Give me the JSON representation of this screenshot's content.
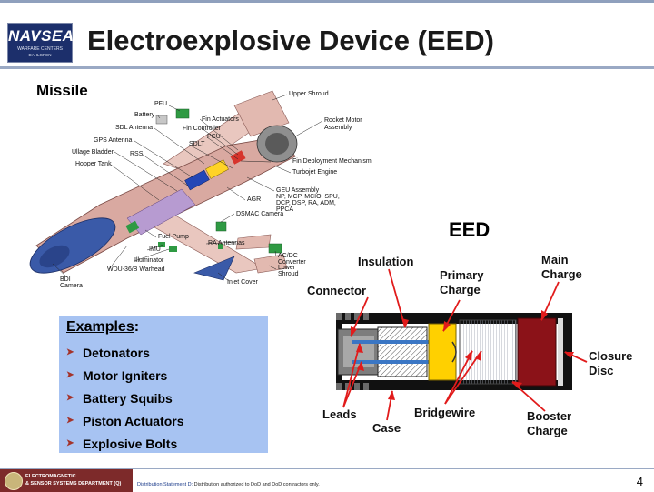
{
  "header": {
    "title": "Electroexplosive Device (EED)",
    "logo_word": "NAVSEA",
    "logo_sub1": "WARFARE CENTERS",
    "logo_sub2": "DAHLGREN"
  },
  "missile": {
    "title": "Missile",
    "labels": {
      "upper_shroud": "Upper Shroud",
      "pfu": "PFU",
      "battery": "Battery",
      "fin_actuators": "Fin Actuators",
      "sdl_antenna": "SDL Antenna",
      "fin_controller": "Fin Controller",
      "rocket_motor_1": "Rocket Motor",
      "rocket_motor_2": "Assembly",
      "gps_antenna": "GPS Antenna",
      "pcu": "PCU",
      "ullage_bladder": "Ullage Bladder",
      "sdlt": "SDLT",
      "rss": "RSS",
      "hopper_tank": "Hopper Tank",
      "fin_deployment": "Fin Deployment Mechanism",
      "turbojet": "Turbojet Engine",
      "geu_1": "GEU Assembly",
      "geu_2": "NP, MCP, MCIO, SPU,",
      "geu_3": "DCP, DSP, RA, ADM,",
      "geu_4": "PPCA",
      "agr": "AGR",
      "dsmac": "DSMAC Camera",
      "fuel_pump": "Fuel Pump",
      "ra_antennas": "RA Antennas",
      "imu": "IMU",
      "illuminator": "Illuminator",
      "acdc_1": "AC/DC",
      "acdc_2": "Converter",
      "warhead": "WDU-36/B Warhead",
      "lower_shroud_1": "Lower",
      "lower_shroud_2": "Shroud",
      "bdi_1": "BDI",
      "bdi_2": "Camera",
      "inlet_cover": "Inlet Cover"
    }
  },
  "eed": {
    "title": "EED",
    "labels": {
      "insulation": "Insulation",
      "main_charge_1": "Main",
      "main_charge_2": "Charge",
      "primary_charge_1": "Primary",
      "primary_charge_2": "Charge",
      "connector": "Connector",
      "closure_disc_1": "Closure",
      "closure_disc_2": "Disc",
      "leads": "Leads",
      "bridgewire": "Bridgewire",
      "booster_charge_1": "Booster",
      "booster_charge_2": "Charge",
      "case": "Case"
    }
  },
  "examples": {
    "heading": "Examples",
    "colon": ":",
    "items": [
      "Detonators",
      "Motor Igniters",
      "Battery Squibs",
      "Piston Actuators",
      "Explosive Bolts"
    ]
  },
  "footer": {
    "dept_line1": "ELECTROMAGNETIC",
    "dept_line2": "& SENSOR SYSTEMS DEPARTMENT (Q)",
    "dist_label": "Distribution Statement D:",
    "dist_text": " Distribution authorized to DoD and DoD contractors only.",
    "page_number": "4"
  },
  "colors": {
    "accent_arrow": "#e11b1b",
    "examples_bg": "#a7c3f2",
    "bullet": "#a4332b",
    "footer_dept": "#7d2a2a"
  }
}
